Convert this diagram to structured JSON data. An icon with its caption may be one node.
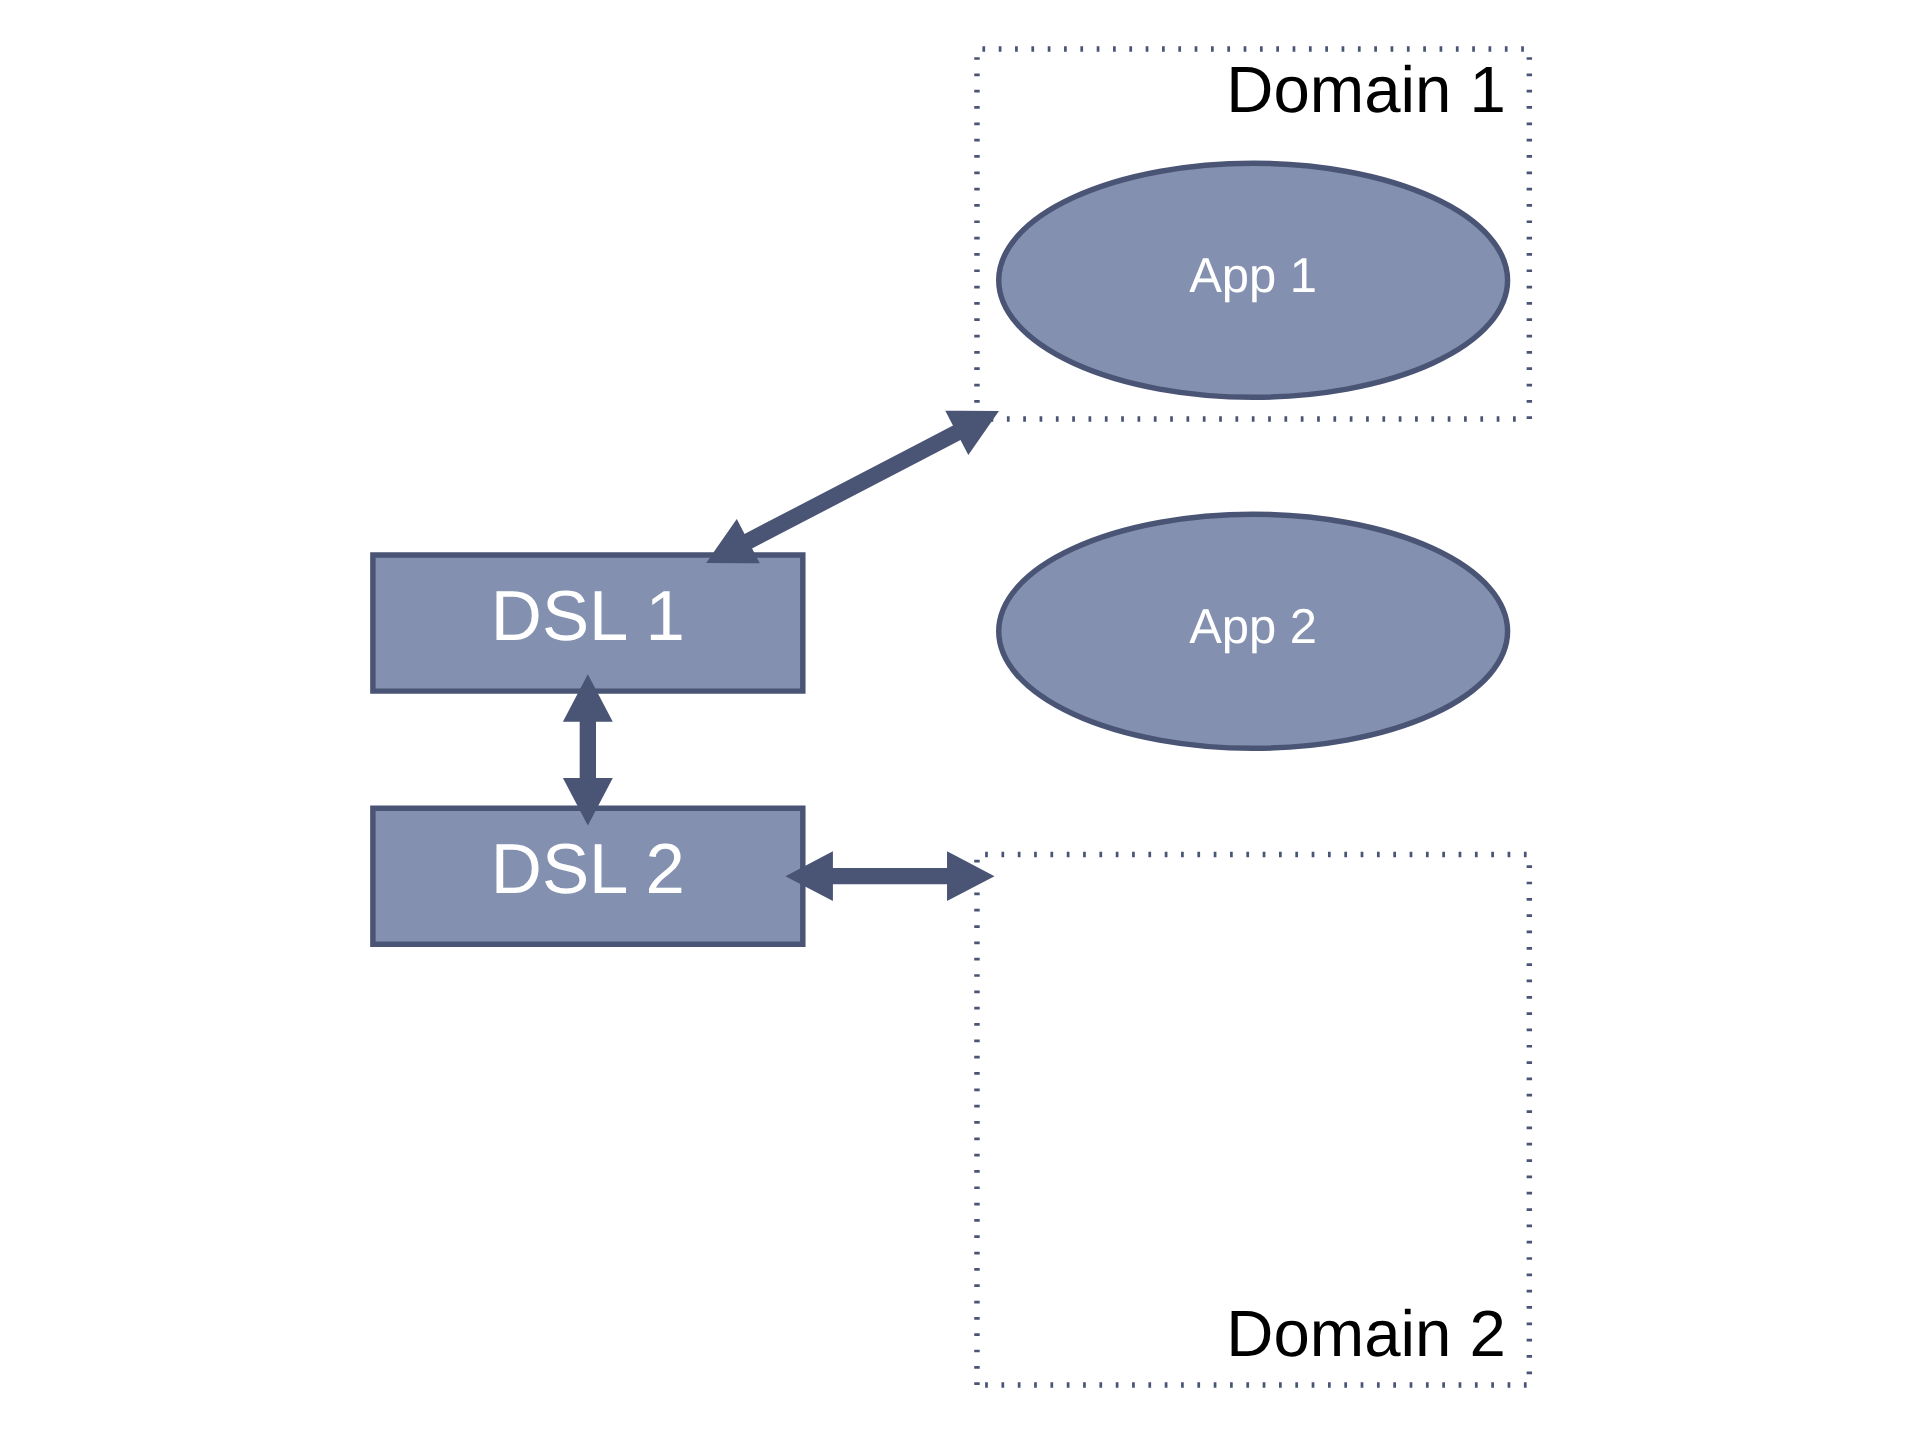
{
  "diagram": {
    "nodes": [
      {
        "text": [
          "DSL 1"
        ]
      },
      {
        "text": [
          "Domain 1"
        ]
      },
      {
        "text": [
          "App 1"
        ],
        "in": 1
      },
      {
        "text": [
          "App 2"
        ]
      },
      {
        "text": [
          "DSL 2"
        ]
      },
      {
        "text": [
          "Domain 2"
        ]
      }
    ],
    "edges": [
      {
        "from": 0,
        "to": 1,
        "arrow": "both"
      },
      {
        "from": 0,
        "to": 4,
        "arrow": "both"
      },
      {
        "from": 4,
        "to": 5,
        "arrow": "both"
      }
    ]
  }
}
